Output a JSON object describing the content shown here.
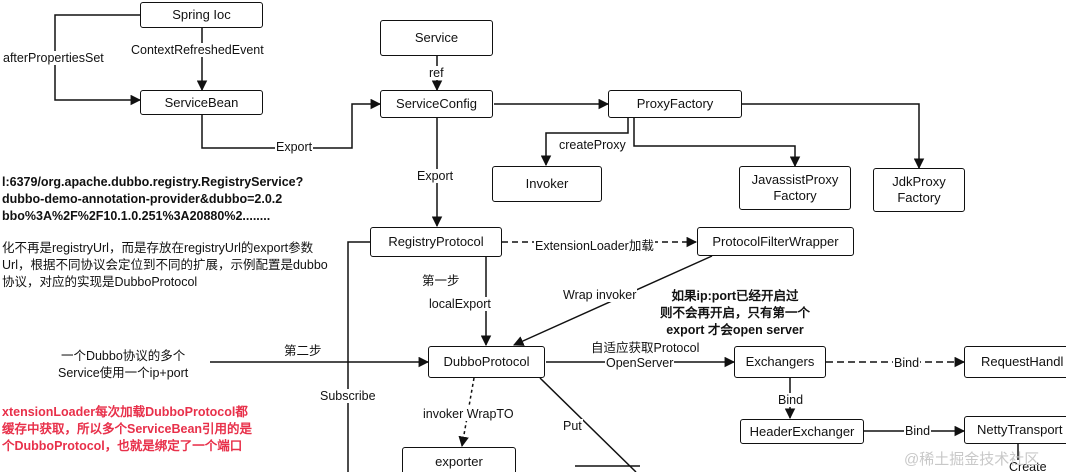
{
  "nodes": {
    "spring_ioc": "Spring Ioc",
    "service_bean": "ServiceBean",
    "service": "Service",
    "service_config": "ServiceConfig",
    "proxy_factory": "ProxyFactory",
    "invoker": "Invoker",
    "javassist_proxy_factory": "JavassistProxy\nFactory",
    "jdk_proxy_factory": "JdkProxy\nFactory",
    "registry_protocol": "RegistryProtocol",
    "protocol_filter_wrapper": "ProtocolFilterWrapper",
    "dubbo_protocol": "DubboProtocol",
    "exchangers": "Exchangers",
    "request_handler": "RequestHandl",
    "header_exchanger": "HeaderExchanger",
    "netty_transport": "NettyTransport",
    "exporter": "exporter"
  },
  "edge_labels": {
    "after_properties_set": "afterPropertiesSet",
    "context_refreshed_event": "ContextRefreshedEvent",
    "ref": "ref",
    "export_1": "Export",
    "create_proxy": "createProxy",
    "export_2": "Export",
    "extension_loader": "ExtensionLoader加载",
    "step_one": "第一步",
    "local_export": "localExport",
    "wrap_invoker": "Wrap invoker",
    "step_two": "第二步",
    "subscribe": "Subscribe",
    "invoker_wrapto": "invoker WrapTO",
    "put": "Put",
    "adaptive_protocol": "自适应获取Protocol",
    "open_server": "OpenServer",
    "bind_1": "Bind",
    "bind_2": "Bind",
    "bind_3": "Bind",
    "create": "Create"
  },
  "notes": {
    "registry_url": "l:6379/org.apache.dubbo.registry.RegistryService?\ndubbo-demo-annotation-provider&dubbo=2.0.2\nbbo%3A%2F%2F10.1.0.251%3A20880%2........",
    "url_change": "化不再是registryUrl，而是存放在registryUrl的export参数\nUrl，根据不同协议会定位到不同的扩展，示例配置是dubbo\n协议，对应的实现是DubboProtocol",
    "open_server_note": "如果ip:port已经开启过\n则不会再开启，只有第一个\nexport 才会open server",
    "ip_port_note": "一个Dubbo协议的多个\nService使用一个ip+port",
    "extension_cache_note": "xtensionLoader每次加载DubboProtocol都\n缓存中获取，所以多个ServiceBean引用的是\n个DubboProtocol，也就是绑定了一个端口"
  },
  "watermark": "@稀土掘金技术社区",
  "colors": {
    "line": "#111111",
    "note_red": "#e8304a",
    "watermark": "#c8c8c8"
  }
}
